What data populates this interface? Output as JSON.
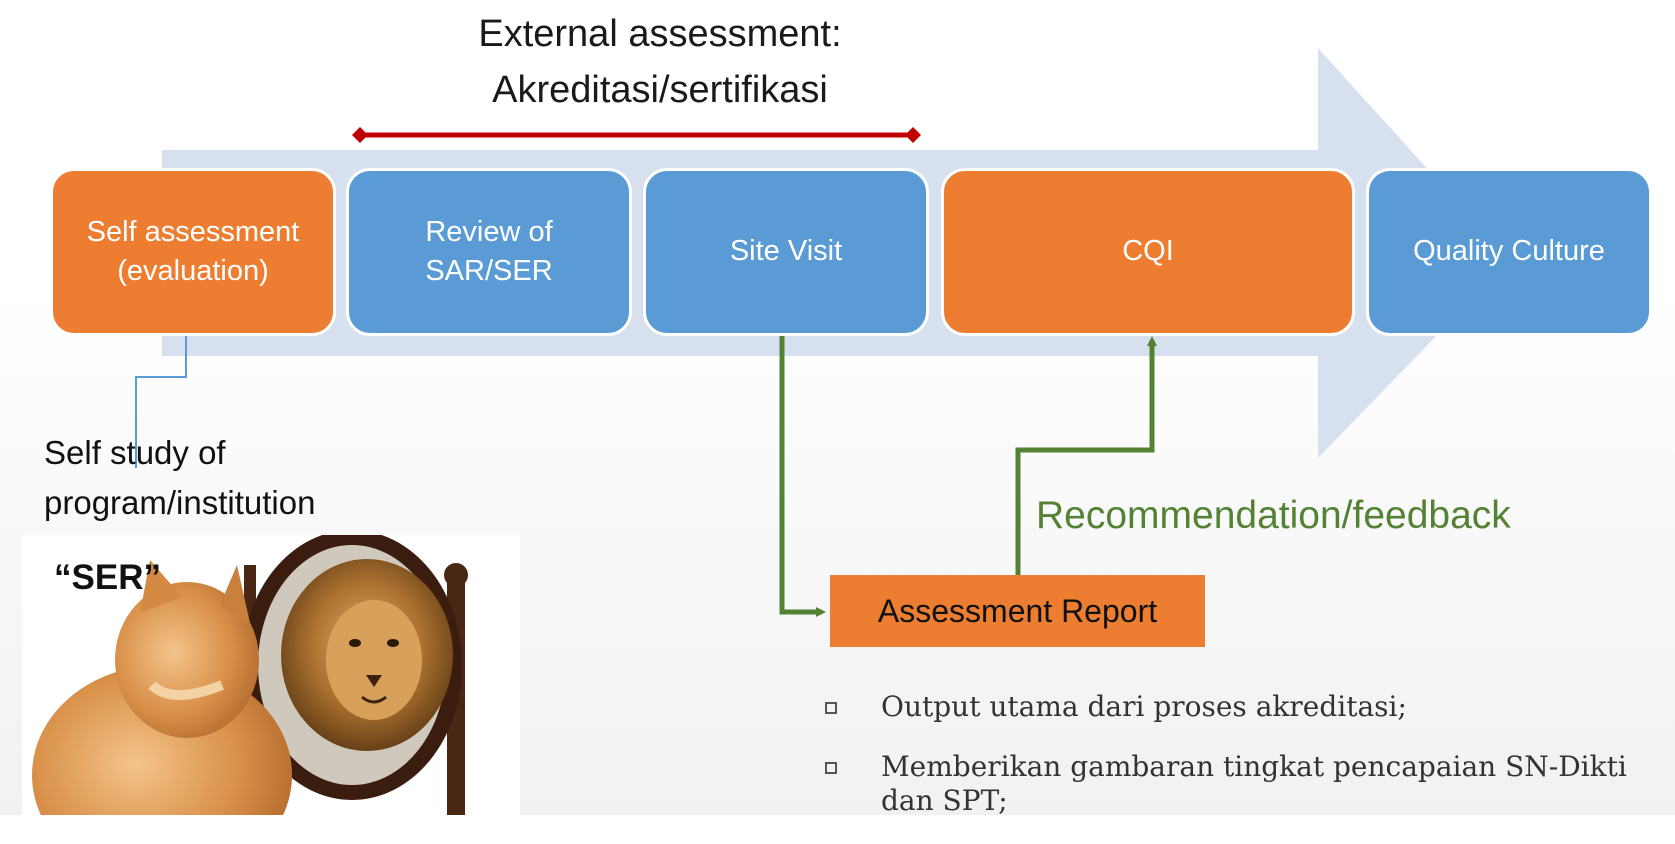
{
  "external": {
    "title_line1": "External assessment:",
    "title_line2": "Akreditasi/sertifikasi"
  },
  "process_steps": [
    {
      "label_line1": "Self assessment",
      "label_line2": "(evaluation)",
      "color": "#ed7d31"
    },
    {
      "label_line1": "Review of",
      "label_line2": "SAR/SER",
      "color": "#5b9bd5"
    },
    {
      "label_line1": "Site Visit",
      "label_line2": "",
      "color": "#5b9bd5"
    },
    {
      "label_line1": "CQI",
      "label_line2": "",
      "color": "#ed7d31"
    },
    {
      "label_line1": "Quality Culture",
      "label_line2": "",
      "color": "#5b9bd5"
    }
  ],
  "self_study": {
    "line1": "Self study of",
    "line2": "program/institution"
  },
  "photo": {
    "caption": "“SER”"
  },
  "recommendation": "Recommendation/feedback",
  "assessment_report": "Assessment Report",
  "bullets": [
    "Output utama dari proses akreditasi;",
    "Memberikan gambaran tingkat pencapaian SN-Dikti dan SPT;"
  ],
  "colors": {
    "orange": "#ed7d31",
    "blue": "#5b9bd5",
    "arrow": "#d6e0ef",
    "red_bracket": "#c00000",
    "green": "#548235"
  }
}
